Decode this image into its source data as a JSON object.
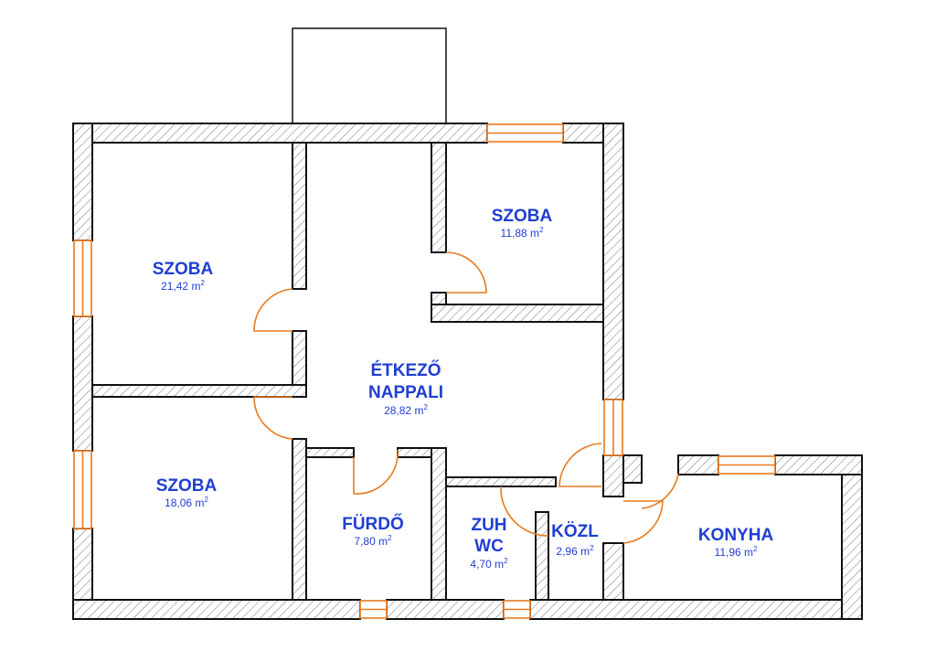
{
  "rooms": [
    {
      "id": "szoba-1",
      "name": "SZOBA",
      "area": "21,42",
      "unit": "m",
      "sup": "2"
    },
    {
      "id": "szoba-2",
      "name": "SZOBA",
      "area": "11,88",
      "unit": "m",
      "sup": "2"
    },
    {
      "id": "etkezo",
      "name": "ÉTKEZŐ",
      "name2": "NAPPALI",
      "area": "28,82",
      "unit": "m",
      "sup": "2"
    },
    {
      "id": "szoba-3",
      "name": "SZOBA",
      "area": "18,06",
      "unit": "m",
      "sup": "2"
    },
    {
      "id": "furdo",
      "name": "FÜRDŐ",
      "area": "7,80",
      "unit": "m",
      "sup": "2"
    },
    {
      "id": "zuh-wc",
      "name": "ZUH",
      "name2": "WC",
      "area": "4,70",
      "unit": "m",
      "sup": "2"
    },
    {
      "id": "kozl",
      "name": "KÖZL",
      "area": "2,96",
      "unit": "m",
      "sup": "2"
    },
    {
      "id": "konyha",
      "name": "KONYHA",
      "area": "11,96",
      "unit": "m",
      "sup": "2"
    }
  ],
  "colors": {
    "label": "#1f3fd1",
    "door": "#e87a1e",
    "wall": "#111111"
  }
}
